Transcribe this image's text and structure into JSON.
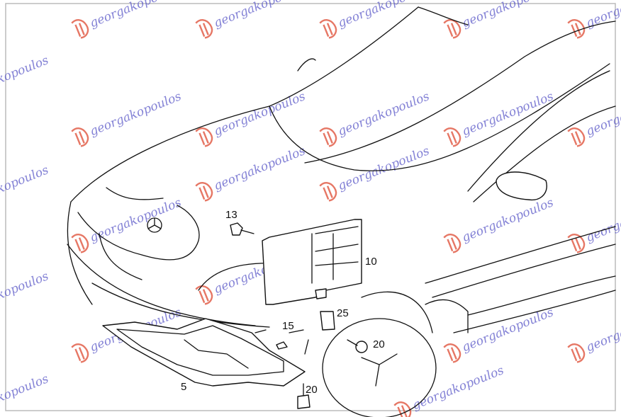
{
  "diagram": {
    "callouts": [
      {
        "id": "13",
        "label": "13"
      },
      {
        "id": "10",
        "label": "10"
      },
      {
        "id": "25",
        "label": "25"
      },
      {
        "id": "15",
        "label": "15"
      },
      {
        "id": "20a",
        "label": "20"
      },
      {
        "id": "20b",
        "label": "20"
      },
      {
        "id": "5",
        "label": "5"
      }
    ]
  },
  "watermark": {
    "text": "georgakopoulos",
    "logo_color": "#e0553f",
    "text_color": "#5a58c8"
  }
}
